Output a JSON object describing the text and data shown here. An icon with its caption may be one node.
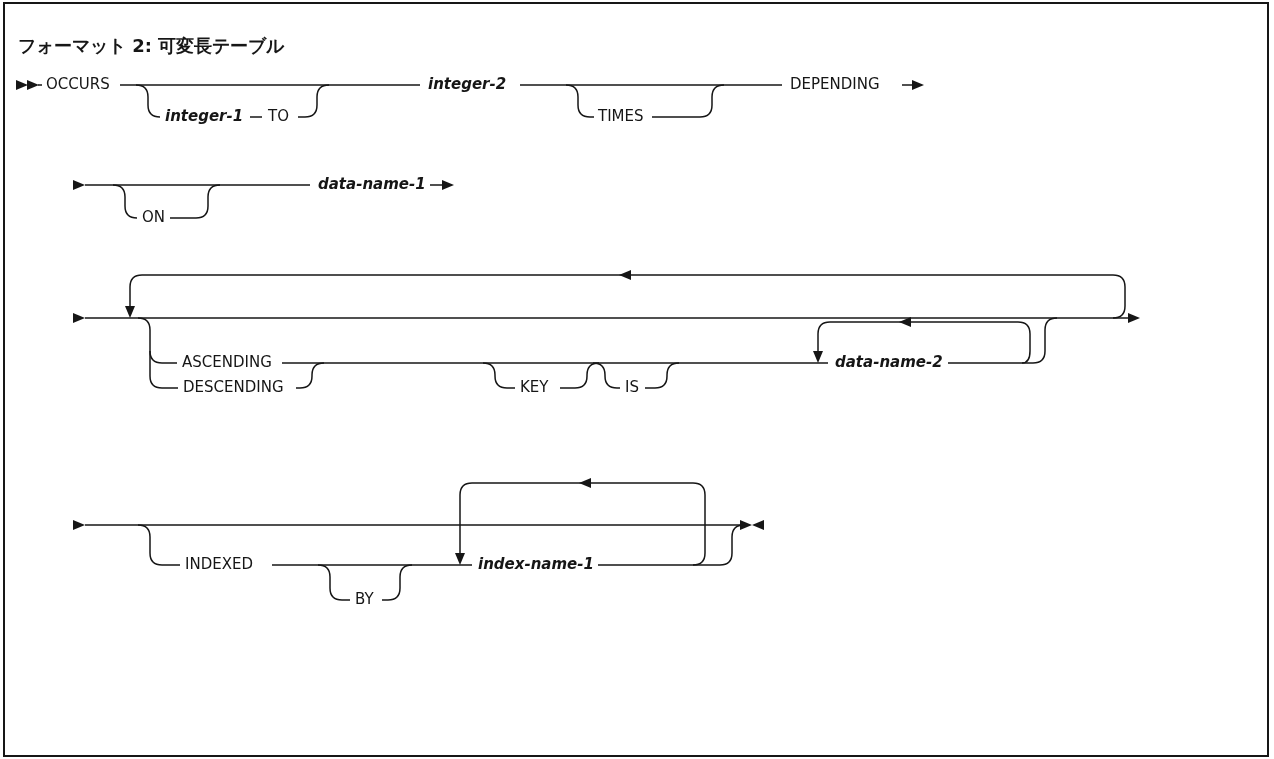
{
  "diagram": {
    "title": "フォーマット 2: 可変長テーブル",
    "labels": [
      "OCCURS",
      "integer-2",
      "DEPENDING",
      "integer-1",
      "TO",
      "TIMES",
      "data-name-1",
      "ON",
      "ASCENDING",
      "data-name-2",
      "DESCENDING",
      "KEY",
      "IS",
      "INDEXED",
      "index-name-1",
      "BY"
    ]
  }
}
